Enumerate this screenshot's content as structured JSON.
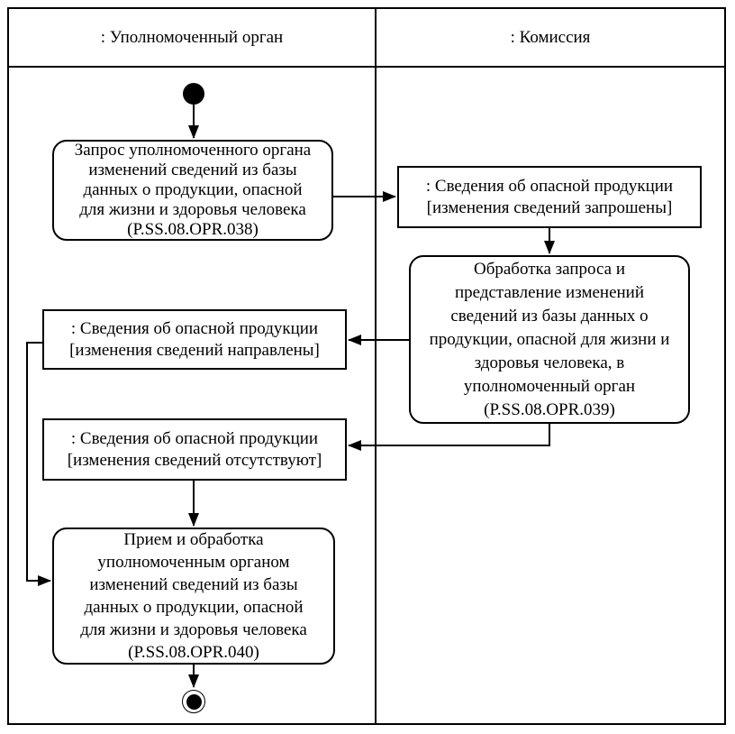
{
  "diagram": {
    "type": "uml-activity-swimlane",
    "colors": {
      "line": "#000000",
      "background": "#ffffff",
      "text": "#000000"
    },
    "lanes": [
      {
        "title": ": Уполномоченный орган"
      },
      {
        "title": ": Комиссия"
      }
    ],
    "nodes": {
      "start": {
        "kind": "initial"
      },
      "activity_038": {
        "kind": "activity",
        "lane": ": Уполномоченный орган",
        "label": "Запрос уполномоченного органа\nизменений сведений из базы\nданных о продукции, опасной\nдля жизни и здоровья человека\n(P.SS.08.OPR.038)"
      },
      "object_requested": {
        "kind": "object",
        "lane": ": Комиссия",
        "label": ": Сведения об опасной продукции\n[изменения сведений запрошены]"
      },
      "activity_039": {
        "kind": "activity",
        "lane": ": Комиссия",
        "label": "Обработка запроса и\nпредставление изменений\nсведений из базы данных о\nпродукции, опасной для жизни и\nздоровья человека, в\nуполномоченный орган\n(P.SS.08.OPR.039)"
      },
      "object_sent": {
        "kind": "object",
        "lane": ": Уполномоченный орган",
        "label": ": Сведения об опасной продукции\n[изменения сведений направлены]"
      },
      "object_absent": {
        "kind": "object",
        "lane": ": Уполномоченный орган",
        "label": ": Сведения об опасной продукции\n[изменения сведений отсутствуют]"
      },
      "activity_040": {
        "kind": "activity",
        "lane": ": Уполномоченный орган",
        "label": "Прием и обработка\nуполномоченным органом\nизменений сведений из базы\nданных о продукции, опасной\nдля жизни и здоровья человека\n(P.SS.08.OPR.040)"
      },
      "end": {
        "kind": "final"
      }
    },
    "edges": [
      {
        "from": "start",
        "to": "activity_038"
      },
      {
        "from": "activity_038",
        "to": "object_requested"
      },
      {
        "from": "object_requested",
        "to": "activity_039"
      },
      {
        "from": "activity_039",
        "to": "object_sent"
      },
      {
        "from": "activity_039",
        "to": "object_absent"
      },
      {
        "from": "object_absent",
        "to": "activity_040"
      },
      {
        "from": "object_sent",
        "to": "activity_040"
      },
      {
        "from": "activity_040",
        "to": "end"
      }
    ]
  }
}
